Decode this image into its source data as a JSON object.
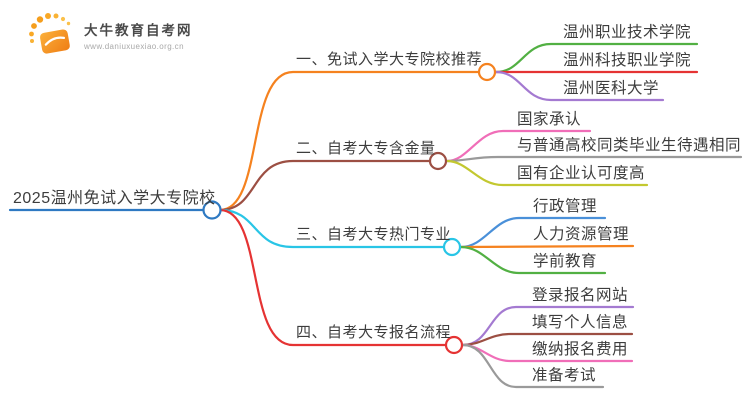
{
  "logo": {
    "title": "大牛教育自考网",
    "url": "www.daniuxuexiao.org.cn",
    "icon_color": "#f5911e"
  },
  "mindmap": {
    "root": {
      "label": "2025温州免试入学大专院校",
      "color": "#2e79c2"
    },
    "branches": [
      {
        "label": "一、免试入学大专院校推荐",
        "color": "#f5821f",
        "children": [
          {
            "label": "温州职业技术学院",
            "color": "#52b043"
          },
          {
            "label": "温州科技职业学院",
            "color": "#e53333"
          },
          {
            "label": "温州医科大学",
            "color": "#a47ad1"
          }
        ]
      },
      {
        "label": "二、自考大专含金量",
        "color": "#9c4f43",
        "children": [
          {
            "label": "国家承认",
            "color": "#f06eb8"
          },
          {
            "label": "与普通高校同类毕业生待遇相同",
            "color": "#9a9a9a"
          },
          {
            "label": "国有企业认可度高",
            "color": "#c3c830"
          }
        ]
      },
      {
        "label": "三、自考大专热门专业",
        "color": "#29c5e6",
        "children": [
          {
            "label": "行政管理",
            "color": "#4a90d9"
          },
          {
            "label": "人力资源管理",
            "color": "#f5821f"
          },
          {
            "label": "学前教育",
            "color": "#52b043"
          }
        ]
      },
      {
        "label": "四、自考大专报名流程",
        "color": "#e53333",
        "children": [
          {
            "label": "登录报名网站",
            "color": "#a47ad1"
          },
          {
            "label": "填写个人信息",
            "color": "#9c4f43"
          },
          {
            "label": "缴纳报名费用",
            "color": "#f06eb8"
          },
          {
            "label": "准备考试",
            "color": "#9a9a9a"
          }
        ]
      }
    ]
  }
}
